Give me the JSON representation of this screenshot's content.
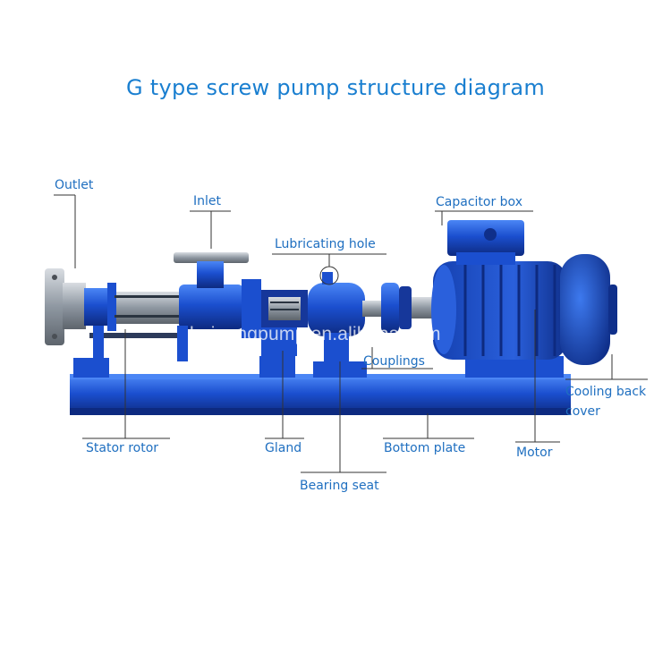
{
  "title": "G type screw pump structure diagram",
  "watermark": "beigongpump.en.alibaba.com",
  "colors": {
    "title": "#1a7fd0",
    "label": "#1f6fc0",
    "pump_blue": "#1b4fcf",
    "pump_dark": "#0f2f8a",
    "pump_light": "#3f7af0",
    "steel": "#9aa3ad",
    "leader": "#333333"
  },
  "labels": {
    "outlet": "Outlet",
    "inlet": "Inlet",
    "capacitor_box": "Capacitor box",
    "lubricating_hole": "Lubricating hole",
    "couplings": "Couplings",
    "cooling_back_cover_1": "Cooling back",
    "cooling_back_cover_2": "cover",
    "stator_rotor": "Stator rotor",
    "gland": "Gland",
    "bottom_plate": "Bottom plate",
    "motor": "Motor",
    "bearing_seat": "Bearing seat"
  }
}
